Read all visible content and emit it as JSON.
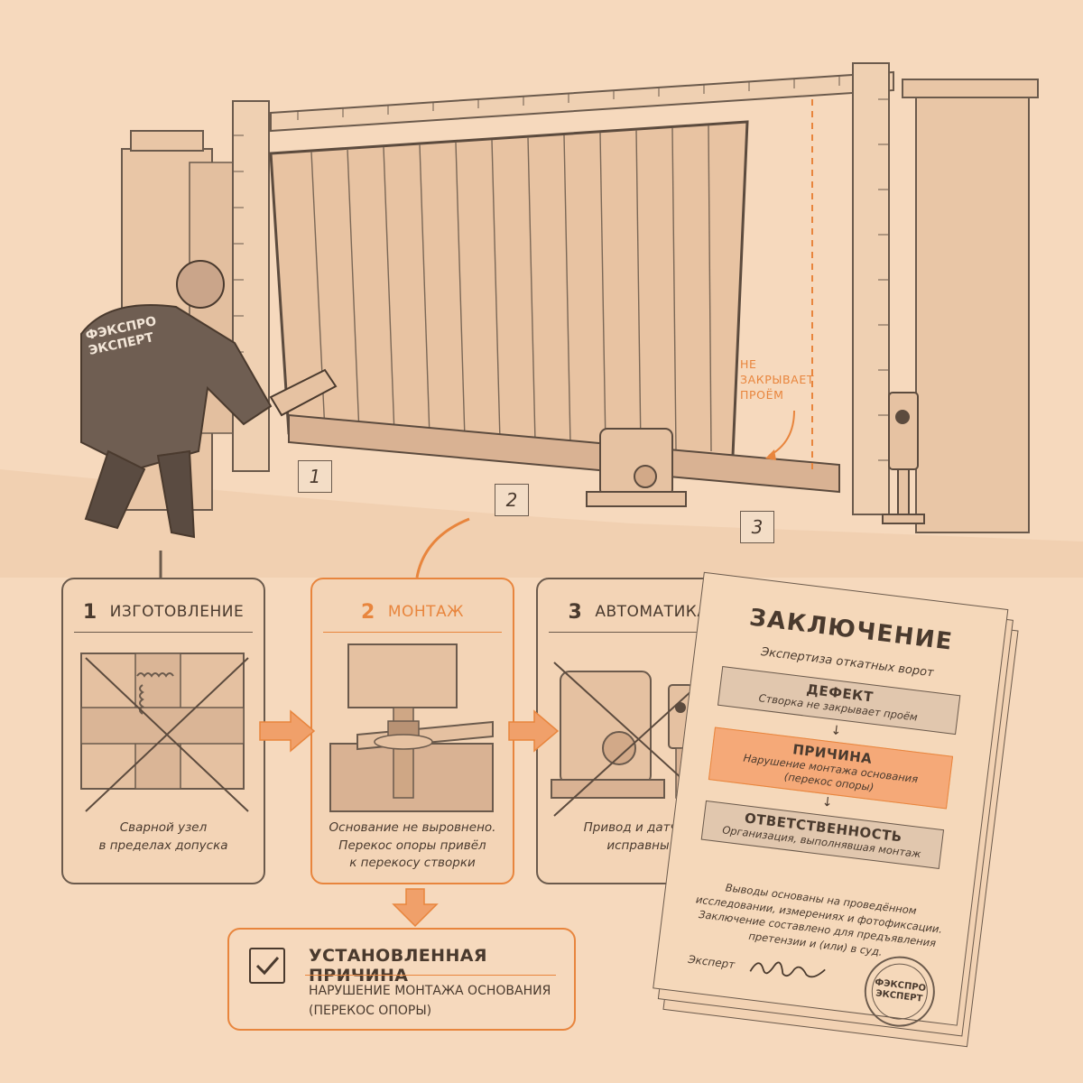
{
  "scene": {
    "gate_status_label": "НЕ\nЗАКРЫВАЕТ\nПРОЁМ",
    "jacket_text": "ФЭКСПРО\nЭКСПЕРТ",
    "markers": [
      "1",
      "2",
      "3"
    ]
  },
  "steps": [
    {
      "num": "1",
      "title": "ИЗГОТОВЛЕНИЕ",
      "caption": "Сварной узел\nв пределах допуска",
      "active": false
    },
    {
      "num": "2",
      "title": "МОНТАЖ",
      "caption": "Основание не выровнено.\nПерекос опоры привёл\nк перекосу створки",
      "active": true
    },
    {
      "num": "3",
      "title": "АВТОМАТИКА",
      "caption": "Привод и датчик\nисправны",
      "active": false
    }
  ],
  "cause": {
    "title": "УСТАНОВЛЕННАЯ ПРИЧИНА",
    "text": "НАРУШЕНИЕ МОНТАЖА ОСНОВАНИЯ\n(ПЕРЕКОС ОПОРЫ)"
  },
  "document": {
    "title": "ЗАКЛЮЧЕНИЕ",
    "subtitle": "Экспертиза откатных ворот",
    "defect": {
      "heading": "ДЕФЕКТ",
      "text": "Створка не закрывает проём"
    },
    "reason": {
      "heading": "ПРИЧИНА",
      "text": "Нарушение монтажа основания\n(перекос опоры)"
    },
    "responsibility": {
      "heading": "ОТВЕТСТВЕННОСТЬ",
      "text": "Организация, выполнявшая монтаж"
    },
    "body": "Выводы основаны на проведённом\nисследовании, измерениях и фотофиксации.\nЗаключение составлено для предъявления\nпретензии и (или) в суд.",
    "expert_label": "Эксперт",
    "seal_line1": "ФЭКСПРО",
    "seal_line2": "ЭКСПЕРТ"
  },
  "colors": {
    "accent": "#e8853d",
    "ink": "#4a3a2e",
    "paper": "#f6d9bd"
  }
}
